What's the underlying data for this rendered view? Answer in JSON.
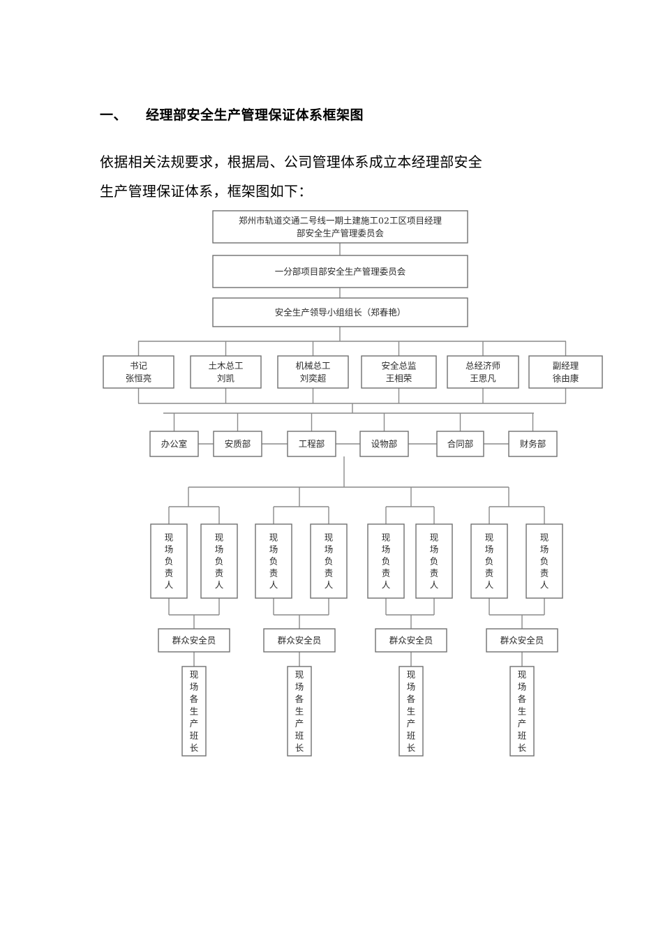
{
  "heading": {
    "number": "一、",
    "title": "经理部安全生产管理保证体系框架图"
  },
  "intro": {
    "line1": "依据相关法规要求，根据局、公司管理体系成立本经理部安全",
    "line2": "生产管理保证体系，框架图如下："
  },
  "chart": {
    "top": {
      "line1": "郑州市轨道交通二号线一期土建施工02工区项目经理",
      "line2": "部安全生产管理委员会"
    },
    "committee": "一分部项目部安全生产管理委员会",
    "leader": "安全生产领导小组组长（郑春艳）",
    "managers": [
      {
        "line1": "书记",
        "line2": "张恒亮"
      },
      {
        "line1": "土木总工",
        "line2": "刘凯"
      },
      {
        "line1": "机械总工",
        "line2": "刘奕超"
      },
      {
        "line1": "安全总监",
        "line2": "王相荣"
      },
      {
        "line1": "总经济师",
        "line2": "王思凡"
      },
      {
        "line1": "副经理",
        "line2": "徐由康"
      }
    ],
    "departments": [
      "办公室",
      "安质部",
      "工程部",
      "设物部",
      "合同部",
      "财务部"
    ],
    "site_leader": "现场负责人",
    "safety_officer": "群众安全员",
    "team_leader": "现场各生产班长"
  }
}
